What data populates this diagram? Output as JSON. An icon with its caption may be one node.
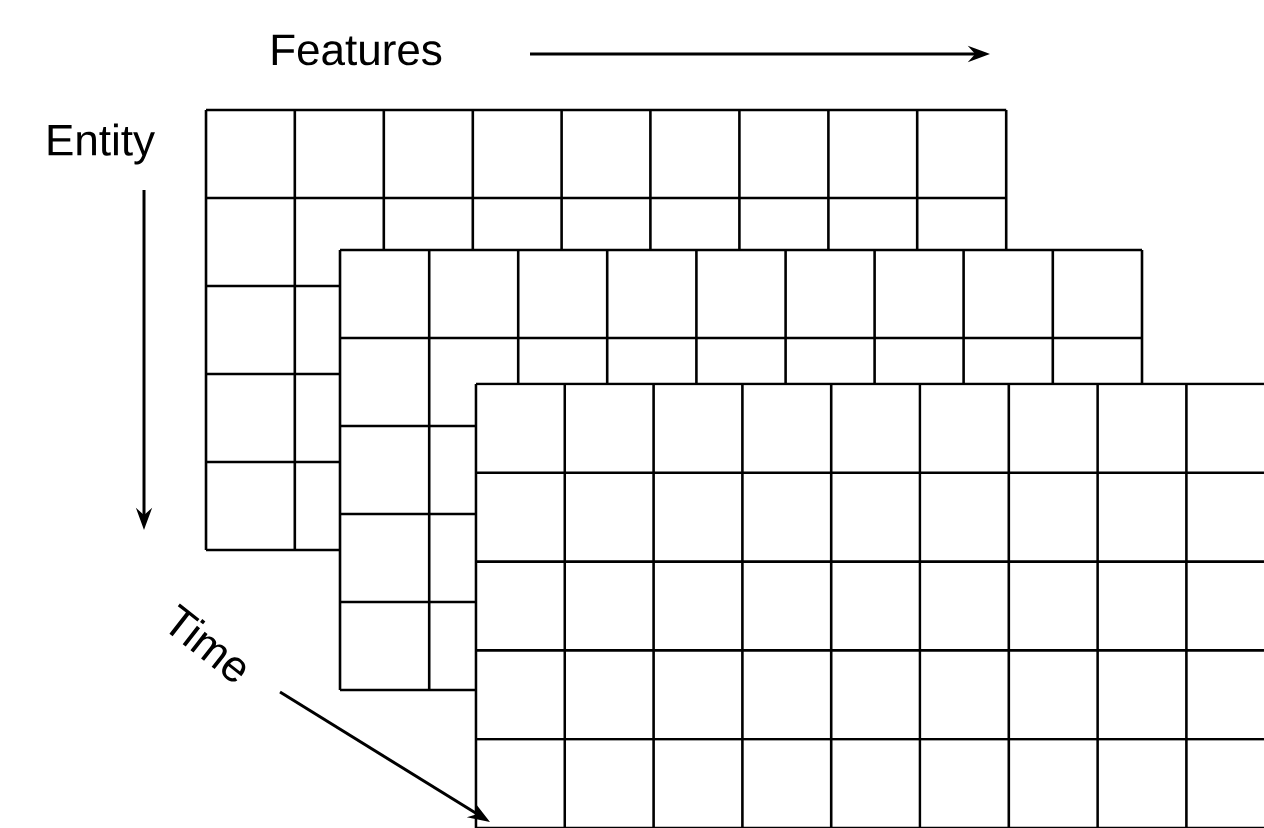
{
  "diagram": {
    "labels": [
      "Features",
      "Entity",
      "Time"
    ]
  }
}
